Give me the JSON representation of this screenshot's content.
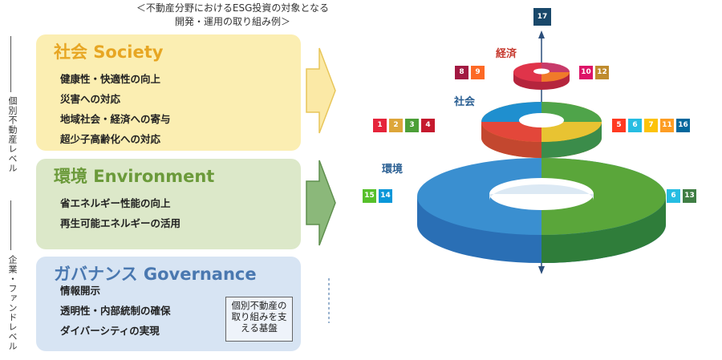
{
  "title": {
    "line1": "＜不動産分野におけるESG投資の対象となる",
    "line2": "開発・運用の取り組み例＞"
  },
  "side_labels": {
    "individual": "個別不動産レベル",
    "corporate": "企業・ファンドレベル"
  },
  "panels": {
    "society": {
      "heading": "社会 Society",
      "items": [
        "健康性・快適性の向上",
        "災害への対応",
        "地域社会・経済への寄与",
        "超少子高齢化への対応"
      ],
      "color": "#e7a623",
      "bg": "#fbeeb2"
    },
    "environment": {
      "heading": "環境 Environment",
      "items": [
        "省エネルギー性能の向上",
        "再生可能エネルギーの活用"
      ],
      "color": "#6b9a3a",
      "bg": "#dce8c9"
    },
    "governance": {
      "heading": "ガバナンス Governance",
      "items": [
        "情報開示",
        "透明性・内部統制の確保",
        "ダイバーシティの実現"
      ],
      "note": [
        "個別不動産の",
        "取り組みを支",
        "える基盤"
      ],
      "color": "#4a78b0",
      "bg": "#d7e4f3"
    }
  },
  "sdg_diagram": {
    "labels": {
      "economy": "経済",
      "society": "社会",
      "environment": "環境"
    },
    "goals": {
      "top": [
        "17"
      ],
      "economy_left": [
        "8",
        "9"
      ],
      "economy_right": [
        "10",
        "12"
      ],
      "society_left": [
        "1",
        "2",
        "3",
        "4"
      ],
      "society_right": [
        "5",
        "6",
        "7",
        "11",
        "16"
      ],
      "environment_left": [
        "15",
        "14"
      ],
      "environment_right": [
        "6",
        "13"
      ]
    },
    "goal_colors": {
      "1": "#e5243b",
      "2": "#dda63a",
      "3": "#4c9f38",
      "4": "#c5192d",
      "5": "#ff3a21",
      "6": "#26bde2",
      "7": "#fcc30b",
      "8": "#a21942",
      "9": "#fd6925",
      "10": "#dd1367",
      "11": "#fd9d24",
      "12": "#bf8b2e",
      "13": "#3f7e44",
      "14": "#0a97d9",
      "15": "#56c02b",
      "16": "#00689d",
      "17": "#19486a"
    }
  }
}
